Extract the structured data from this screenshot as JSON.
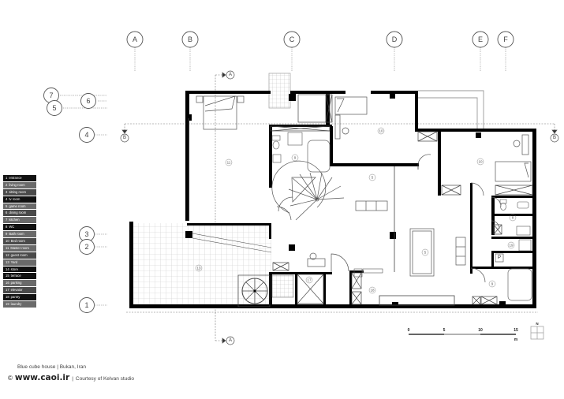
{
  "title": "Blue cube house floor plan",
  "grid_axes": {
    "columns": [
      "A",
      "B",
      "C",
      "D",
      "E",
      "F"
    ],
    "rows": [
      "1",
      "2",
      "3",
      "4",
      "5",
      "6",
      "7"
    ]
  },
  "section_markers": {
    "section_a": "A",
    "section_b": "B"
  },
  "legend": {
    "items": [
      {
        "num": "1",
        "label": "entrance"
      },
      {
        "num": "2",
        "label": "living room"
      },
      {
        "num": "3",
        "label": "sitting room"
      },
      {
        "num": "4",
        "label": "tv room"
      },
      {
        "num": "5",
        "label": "game room"
      },
      {
        "num": "6",
        "label": "dining room"
      },
      {
        "num": "7",
        "label": "kitchen"
      },
      {
        "num": "8",
        "label": "WC"
      },
      {
        "num": "9",
        "label": "Bath room"
      },
      {
        "num": "10",
        "label": "Bed room"
      },
      {
        "num": "11",
        "label": "Master room"
      },
      {
        "num": "12",
        "label": "guest room"
      },
      {
        "num": "13",
        "label": "Yard"
      },
      {
        "num": "14",
        "label": "store"
      },
      {
        "num": "15",
        "label": "terrace"
      },
      {
        "num": "16",
        "label": "parking"
      },
      {
        "num": "17",
        "label": "elevator"
      },
      {
        "num": "18",
        "label": "pantry"
      },
      {
        "num": "19",
        "label": "laundry"
      }
    ]
  },
  "room_tags": {
    "master_room": "11",
    "bath_upper": "9",
    "bedroom_upper": "10",
    "bedroom_right": "10",
    "game_room_upper": "5",
    "game_room_pool": "5",
    "wc": "8",
    "laundry": "19",
    "parking_tag": "P",
    "bath_lower": "9",
    "yard": "13",
    "elevator": "17",
    "pantry": "18"
  },
  "scale_bar": {
    "ticks": [
      "0",
      "5",
      "10",
      "15"
    ],
    "unit": "m"
  },
  "north_arrow": {
    "label": "N"
  },
  "caption": {
    "project": "Blue cube house  |  Bukan, Iran",
    "copyright_symbol": "©",
    "site": "www.caoi.ir",
    "separator": "|",
    "courtesy": "Courtesy of Kelvan studio"
  }
}
